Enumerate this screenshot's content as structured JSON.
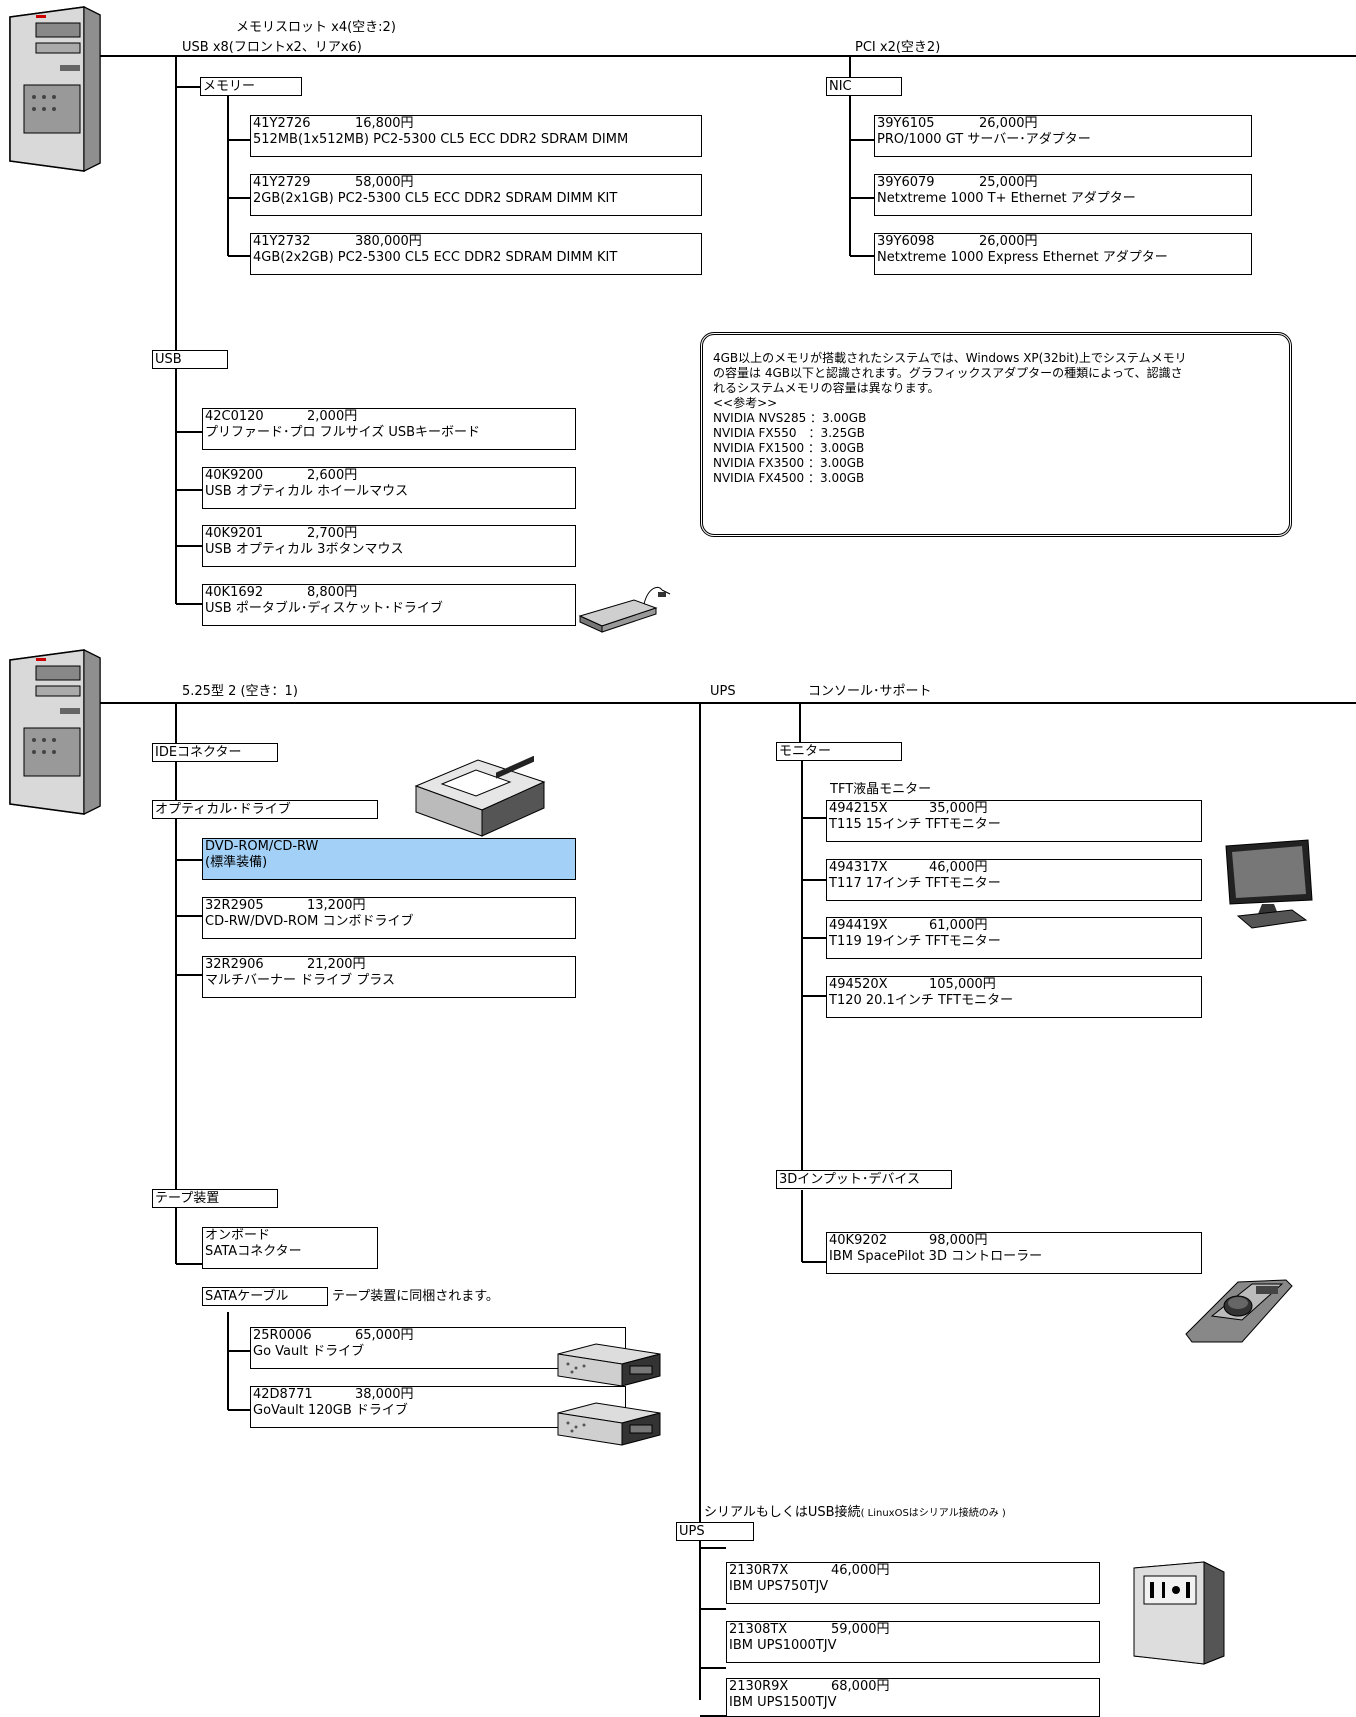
{
  "section1": {
    "memory_slot_label": "メモリスロット x4(空き:2)",
    "usb_label": "USB x8(フロントx2、リアx6)",
    "pci_label": "PCI x2(空き2)",
    "memory_cat": "メモリー",
    "memory_items": [
      {
        "pn": "41Y2726",
        "price": "16,800円",
        "desc": "512MB(1x512MB) PC2-5300 CL5 ECC DDR2 SDRAM DIMM"
      },
      {
        "pn": "41Y2729",
        "price": "58,000円",
        "desc": "2GB(2x1GB) PC2-5300 CL5 ECC DDR2 SDRAM DIMM KIT"
      },
      {
        "pn": "41Y2732",
        "price": "380,000円",
        "desc": "4GB(2x2GB) PC2-5300 CL5 ECC DDR2 SDRAM DIMM KIT"
      }
    ],
    "nic_cat": "NIC",
    "nic_items": [
      {
        "pn": "39Y6105",
        "price": "26,000円",
        "desc": "PRO/1000 GT サーバー･アダプター"
      },
      {
        "pn": "39Y6079",
        "price": "25,000円",
        "desc": "Netxtreme 1000 T+ Ethernet アダプター"
      },
      {
        "pn": "39Y6098",
        "price": "26,000円",
        "desc": "Netxtreme 1000 Express Ethernet アダプター"
      }
    ],
    "usb_cat": "USB",
    "usb_items": [
      {
        "pn": "42C0120",
        "price": "2,000円",
        "desc": "プリファード･プロ フルサイズ USBキーボード"
      },
      {
        "pn": "40K9200",
        "price": "2,600円",
        "desc": "USB オプティカル ホイールマウス"
      },
      {
        "pn": "40K9201",
        "price": "2,700円",
        "desc": "USB オプティカル 3ボタンマウス"
      },
      {
        "pn": "40K1692",
        "price": "8,800円",
        "desc": "USB ポータブル･ディスケット･ドライブ"
      }
    ],
    "note_lines": [
      "4GB以上のメモリが搭載されたシステムでは、Windows XP(32bit)上でシステムメモリ",
      "の容量は 4GB以下と認識されます。グラフィックスアダプターの種類によって、認識さ",
      "れるシステムメモリの容量は異なります。",
      "<<参考>>",
      "NVIDIA NVS285 ：3.00GB",
      "NVIDIA FX550　：3.25GB",
      "NVIDIA FX1500 ：3.00GB",
      "NVIDIA FX3500 ：3.00GB",
      "NVIDIA FX4500 ：3.00GB"
    ]
  },
  "section2": {
    "bay_label": "5.25型 2 (空き：1)",
    "ups_label": "UPS",
    "console_label": "コンソール･サポート",
    "ide_cat": "IDEコネクター",
    "optical_cat": "オプティカル･ドライブ",
    "optical_items": [
      {
        "pn": "DVD-ROM/CD-RW",
        "price": "",
        "desc": "(標準装備)",
        "selected": true
      },
      {
        "pn": "32R2905",
        "price": "13,200円",
        "desc": "CD-RW/DVD-ROM コンボドライブ"
      },
      {
        "pn": "32R2906",
        "price": "21,200円",
        "desc": "マルチバーナー ドライブ プラス"
      }
    ],
    "tape_cat": "テープ装置",
    "onboard_line1": "オンボード",
    "onboard_line2": "SATAコネクター",
    "sata_cable": "SATAケーブル",
    "sata_note": "テープ装置に同梱されます。",
    "tape_items": [
      {
        "pn": "25R0006",
        "price": "65,000円",
        "desc": "Go Vault ドライブ"
      },
      {
        "pn": "42D8771",
        "price": "38,000円",
        "desc": "GoVault 120GB ドライブ"
      }
    ],
    "monitor_cat": "モニター",
    "tft_label": "TFT液晶モニター",
    "monitor_items": [
      {
        "pn": "494215X",
        "price": "35,000円",
        "desc": "T115 15インチ TFTモニター"
      },
      {
        "pn": "494317X",
        "price": "46,000円",
        "desc": "T117 17インチ TFTモニター"
      },
      {
        "pn": "494419X",
        "price": "61,000円",
        "desc": "T119 19インチ TFTモニター"
      },
      {
        "pn": "494520X",
        "price": "105,000円",
        "desc": "T120 20.1インチ TFTモニター"
      }
    ],
    "input3d_cat": "3Dインプット･デバイス",
    "input3d_items": [
      {
        "pn": "40K9202",
        "price": "98,000円",
        "desc": "IBM SpacePilot 3D コントローラー"
      }
    ],
    "serial_note_main": "シリアルもしくはUSB接続",
    "serial_note_sub": "( LinuxOSはシリアル接続のみ )",
    "ups_cat": "UPS",
    "ups_items": [
      {
        "pn": "2130R7X",
        "price": "46,000円",
        "desc": "IBM UPS750TJV"
      },
      {
        "pn": "21308TX",
        "price": "59,000円",
        "desc": "IBM UPS1000TJV"
      },
      {
        "pn": "2130R9X",
        "price": "68,000円",
        "desc": "IBM UPS1500TJV"
      }
    ]
  }
}
